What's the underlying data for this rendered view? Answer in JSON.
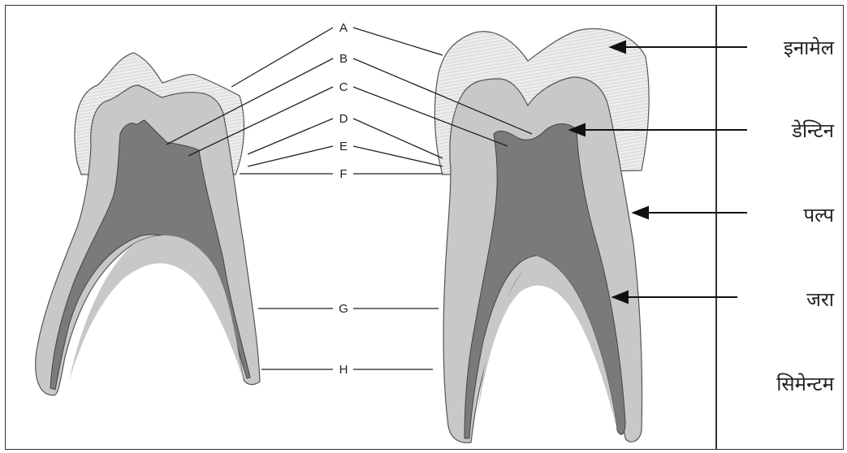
{
  "diagram": {
    "letters": [
      "A",
      "B",
      "C",
      "D",
      "E",
      "F",
      "G",
      "H"
    ],
    "right_labels": [
      "इनामेल",
      "डेन्टिन",
      "पल्प",
      "जरा",
      "सिमेन्टम"
    ]
  },
  "colors": {
    "enamel": "#e2e2e2",
    "dentin": "#c5c5c5",
    "pulp": "#7a7a7a",
    "outline": "#333333"
  }
}
